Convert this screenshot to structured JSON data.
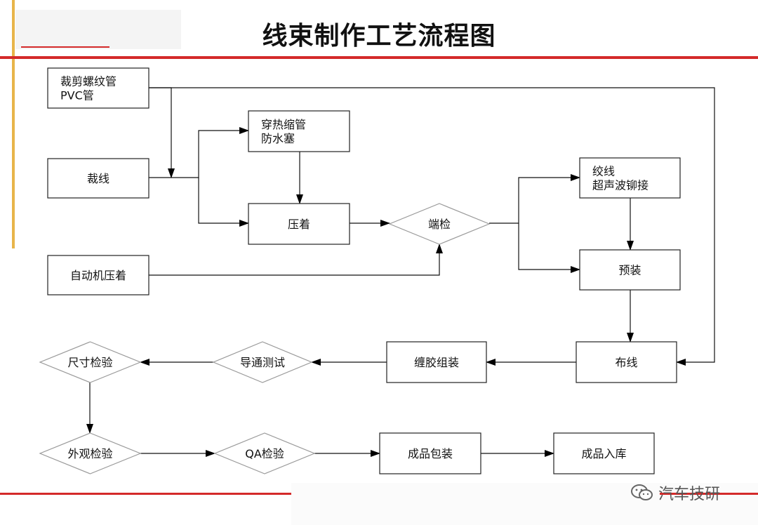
{
  "title": "线束制作工艺流程图",
  "watermark": {
    "text": "汽车技研",
    "icon": "wechat-icon"
  },
  "nodes": {
    "cut_tube": {
      "shape": "rect",
      "lines": [
        "裁剪螺纹管",
        "PVC管"
      ]
    },
    "cut_wire": {
      "shape": "rect",
      "lines": [
        "裁线"
      ]
    },
    "heat_shrink": {
      "shape": "rect",
      "lines": [
        "穿热缩管",
        "防水塞"
      ]
    },
    "crimp": {
      "shape": "rect",
      "lines": [
        "压着"
      ]
    },
    "auto_crimp": {
      "shape": "rect",
      "lines": [
        "自动机压着"
      ]
    },
    "terminal_check": {
      "shape": "diamond",
      "lines": [
        "端检"
      ]
    },
    "twist_weld": {
      "shape": "rect",
      "lines": [
        "绞线",
        "超声波铆接"
      ]
    },
    "pre_assembly": {
      "shape": "rect",
      "lines": [
        "预装"
      ]
    },
    "layout": {
      "shape": "rect",
      "lines": [
        "布线"
      ]
    },
    "tape_assembly": {
      "shape": "rect",
      "lines": [
        "缠胶组装"
      ]
    },
    "conduction_test": {
      "shape": "diamond",
      "lines": [
        "导通测试"
      ]
    },
    "dimension_check": {
      "shape": "diamond",
      "lines": [
        "尺寸检验"
      ]
    },
    "visual_check": {
      "shape": "diamond",
      "lines": [
        "外观检验"
      ]
    },
    "qa_check": {
      "shape": "diamond",
      "lines": [
        "QA检验"
      ]
    },
    "packaging": {
      "shape": "rect",
      "lines": [
        "成品包装"
      ]
    },
    "storage": {
      "shape": "rect",
      "lines": [
        "成品入库"
      ]
    }
  },
  "edges": [
    {
      "from": "cut_tube",
      "to": "cut_wire"
    },
    {
      "from": "cut_tube",
      "to": "layout"
    },
    {
      "from": "cut_wire",
      "to": "heat_shrink"
    },
    {
      "from": "cut_wire",
      "to": "crimp"
    },
    {
      "from": "heat_shrink",
      "to": "crimp"
    },
    {
      "from": "crimp",
      "to": "terminal_check"
    },
    {
      "from": "auto_crimp",
      "to": "terminal_check"
    },
    {
      "from": "terminal_check",
      "to": "twist_weld"
    },
    {
      "from": "terminal_check",
      "to": "pre_assembly"
    },
    {
      "from": "twist_weld",
      "to": "pre_assembly"
    },
    {
      "from": "pre_assembly",
      "to": "layout"
    },
    {
      "from": "layout",
      "to": "tape_assembly"
    },
    {
      "from": "tape_assembly",
      "to": "conduction_test"
    },
    {
      "from": "conduction_test",
      "to": "dimension_check"
    },
    {
      "from": "dimension_check",
      "to": "visual_check"
    },
    {
      "from": "visual_check",
      "to": "qa_check"
    },
    {
      "from": "qa_check",
      "to": "packaging"
    },
    {
      "from": "packaging",
      "to": "storage"
    }
  ]
}
